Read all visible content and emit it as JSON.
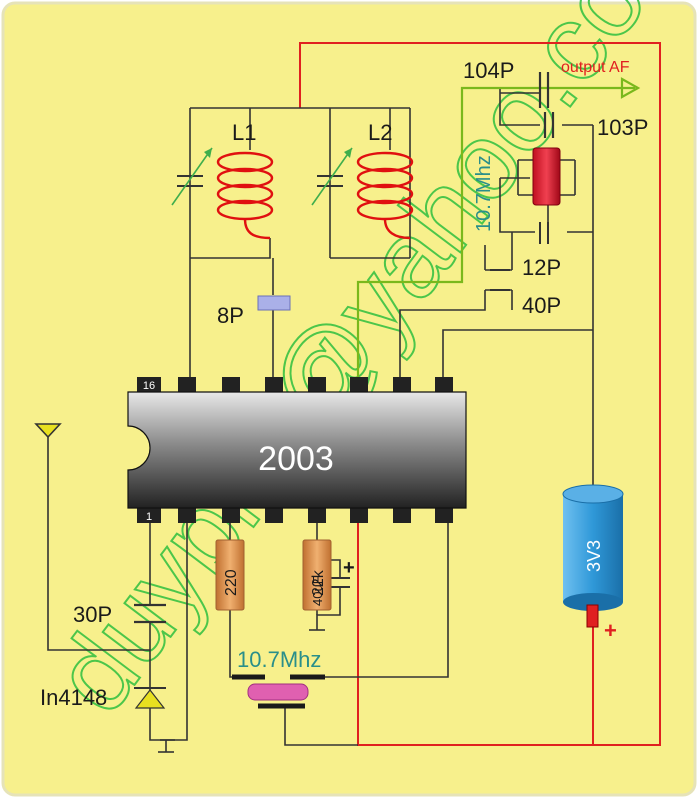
{
  "chip": {
    "name": "2003",
    "pin_top_left": "16",
    "pin_bottom_left": "1"
  },
  "labels": {
    "l1": "L1",
    "l2": "L2",
    "c_104p": "104P",
    "output": "output AF",
    "c_103p": "103P",
    "crystal_freq": "10.7Mhz",
    "c_12p": "12P",
    "c_40p": "40P",
    "c_8p": "8P",
    "c_30p": "30P",
    "diode": "In4148",
    "r_220": "220",
    "r_22k": "22k",
    "c_40uf": "40uF",
    "plus_cap": "+",
    "filter_freq": "10.7Mhz",
    "battery": "3V3",
    "plus_bat": "+"
  },
  "watermark": "duyphu@yahoo.com",
  "colors": {
    "background": "#f7f08c",
    "wire": "#333333",
    "power_wire": "#e02020",
    "signal_wire": "#7ab81c",
    "coil": "#e01010",
    "watermark": "#2fbf3f",
    "freq_text": "#2a8f8a",
    "output_text": "#e02020",
    "battery": "#2f98d8",
    "crystal": "#d82030",
    "filter": "#e060b0",
    "trim_cap": "#3fae4c",
    "capacitor_8p": "#aab0e8",
    "resistor": "#e0a060",
    "diode": "#e8e020"
  }
}
